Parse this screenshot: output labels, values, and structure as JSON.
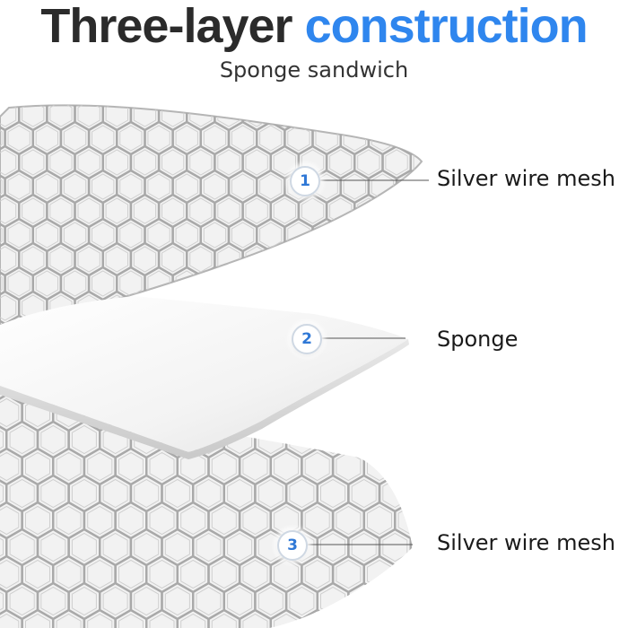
{
  "title": {
    "part1": "Three-layer",
    "part2": "construction"
  },
  "subtitle": "Sponge sandwich",
  "layers": [
    {
      "number": "1",
      "label": "Silver wire mesh"
    },
    {
      "number": "2",
      "label": "Sponge"
    },
    {
      "number": "3",
      "label": "Silver wire mesh"
    }
  ],
  "colors": {
    "title_dark": "#2b2b2b",
    "title_accent": "#2f86ee",
    "badge_number": "#2f78d6",
    "mesh": "#a9a9a9",
    "sponge": "#f4f4f4"
  }
}
